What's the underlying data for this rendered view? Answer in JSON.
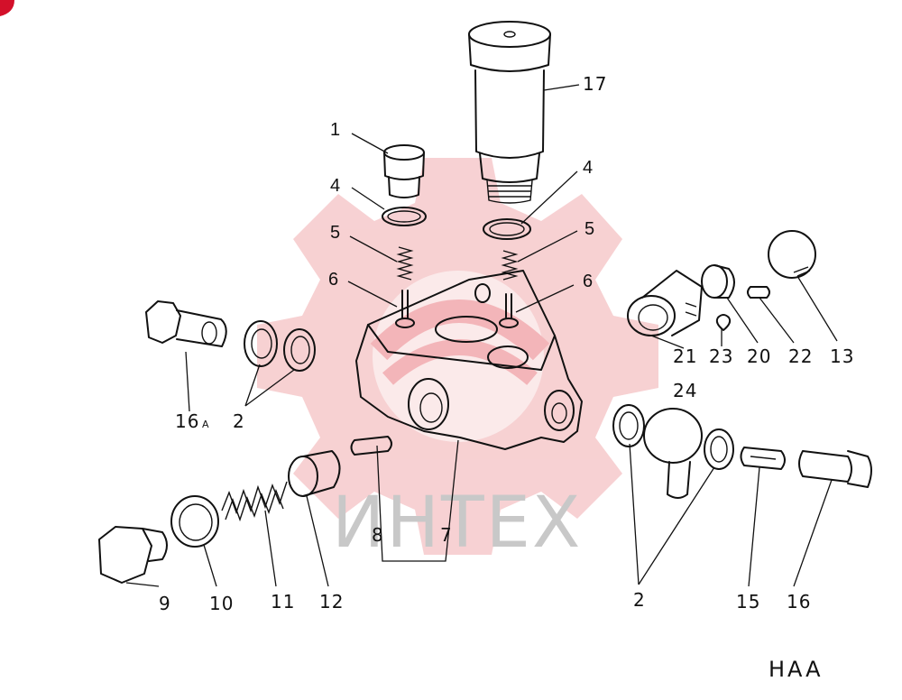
{
  "watermark": {
    "text": "ИНТЕХ",
    "gear_color": "#f6c9cb",
    "text_color": "#c8c8c8"
  },
  "corner_badge_color": "#d3102a",
  "figure_code": "HAA",
  "labels": {
    "p1": "1",
    "p4a": "4",
    "p4b": "4",
    "p5a": "5",
    "p5b": "5",
    "p6a": "6",
    "p6b": "6",
    "p17": "17",
    "p16a": "16",
    "p16a_suffix": "A",
    "p2a": "2",
    "p21": "21",
    "p23": "23",
    "p20": "20",
    "p22": "22",
    "p13": "13",
    "p24": "24",
    "p8": "8",
    "p7": "7",
    "p9": "9",
    "p10": "10",
    "p11": "11",
    "p12": "12",
    "p2b": "2",
    "p15": "15",
    "p16": "16"
  }
}
